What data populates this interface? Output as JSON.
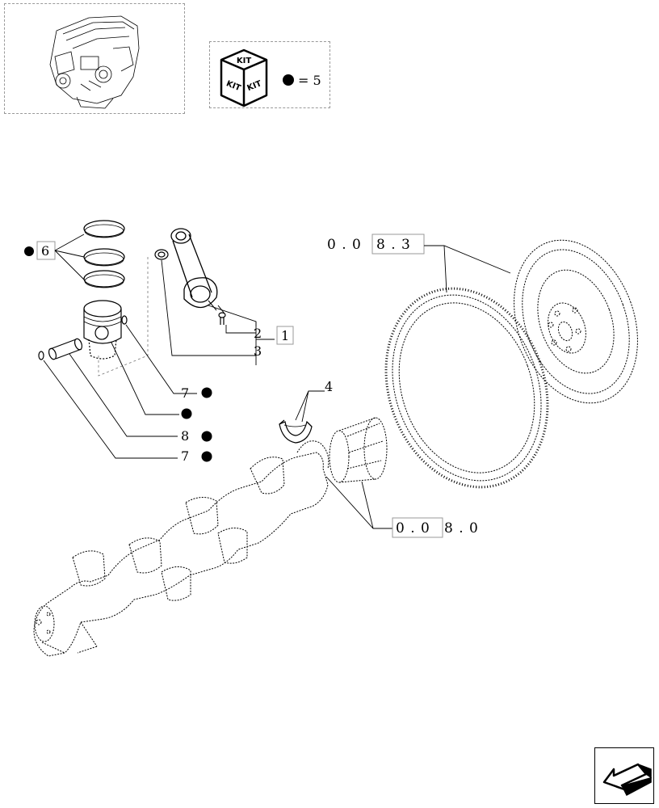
{
  "thumbnail": {
    "icon": "engine-thumbnail-icon"
  },
  "kit_legend": {
    "face_label": "KIT",
    "equals": "= 5",
    "icon": "kit-box-icon"
  },
  "callouts": {
    "c6": "6",
    "c1": "1",
    "c2": "2",
    "c3": "3",
    "c4": "4",
    "c7a": "7",
    "c8": "8",
    "c7b": "7"
  },
  "references": {
    "flywheel": {
      "prefix": "0 . 0",
      "boxed": "8 . 3"
    },
    "crankshaft": {
      "boxed": "0 . 0",
      "suffix": "8 . 0"
    }
  },
  "nav": {
    "icon": "previous-page-arrow-icon"
  },
  "colors": {
    "line": "#000000",
    "frame": "#999999"
  }
}
